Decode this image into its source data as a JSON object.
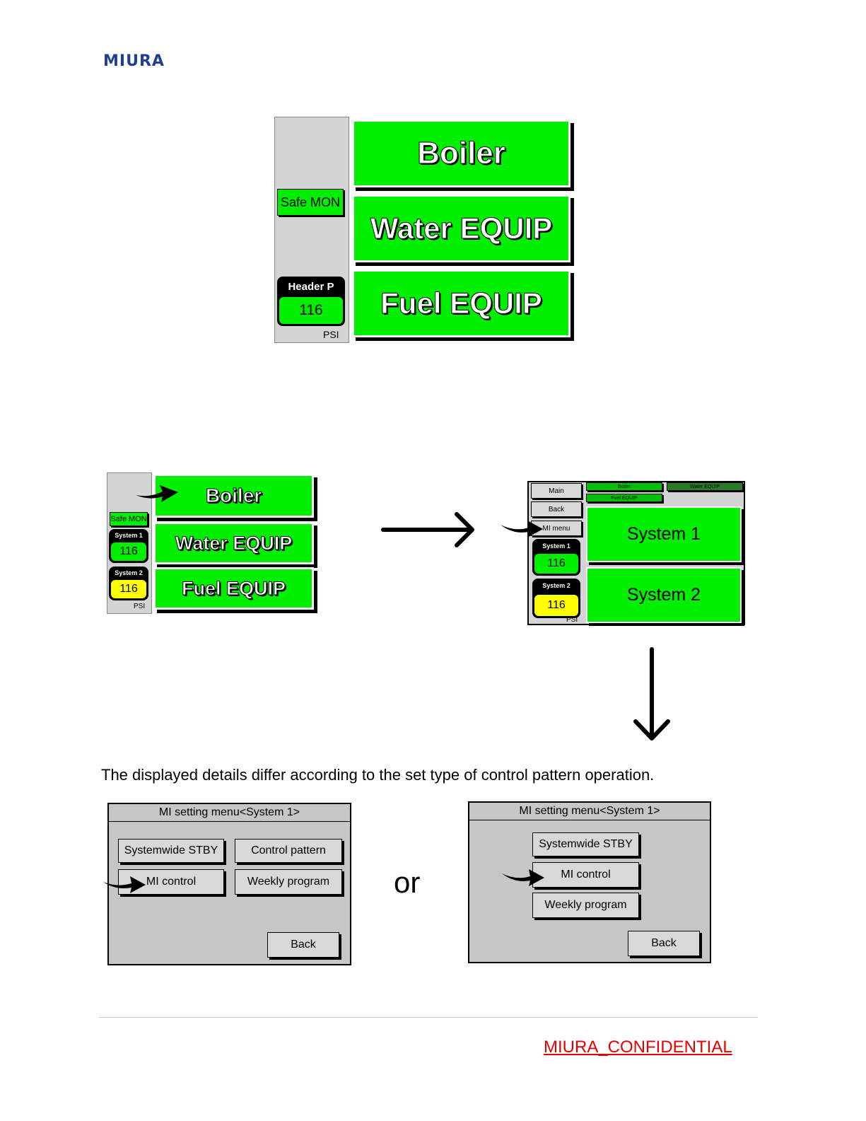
{
  "logo": "MIURA",
  "main_screen": {
    "boiler": "Boiler",
    "water": "Water EQUIP",
    "fuel": "Fuel EQUIP",
    "safe_mon": "Safe MON",
    "header_p_label": "Header P",
    "header_p_value": "116",
    "unit": "PSI"
  },
  "main_screen_small": {
    "boiler": "Boiler",
    "water": "Water EQUIP",
    "fuel": "Fuel EQUIP",
    "safe_mon": "Safe MON",
    "sys1_label": "System 1",
    "sys1_value": "116",
    "sys2_label": "System 2",
    "sys2_value": "116",
    "unit": "PSI"
  },
  "system_screen": {
    "main": "Main",
    "back": "Back",
    "mi_menu": "MI menu",
    "tab_boiler": "Boiler",
    "tab_water": "Water EQUIP",
    "tab_fuel": "Fuel EQUIP",
    "system1": "System 1",
    "system2": "System 2",
    "sys1_label": "System 1",
    "sys1_value": "116",
    "sys2_label": "System 2",
    "sys2_value": "116",
    "unit": "PSI"
  },
  "note": "The displayed details differ according to the set type of control pattern operation.",
  "or": "or",
  "menu_a": {
    "title": "MI setting menu<System 1>",
    "systemwide": "Systemwide STBY",
    "control_pattern": "Control pattern",
    "mi_control": "MI control",
    "weekly": "Weekly program",
    "back": "Back"
  },
  "menu_b": {
    "title": "MI setting menu<System 1>",
    "systemwide": "Systemwide STBY",
    "mi_control": "MI control",
    "weekly": "Weekly program",
    "back": "Back"
  },
  "footer": "MIURA_CONFIDENTIAL"
}
